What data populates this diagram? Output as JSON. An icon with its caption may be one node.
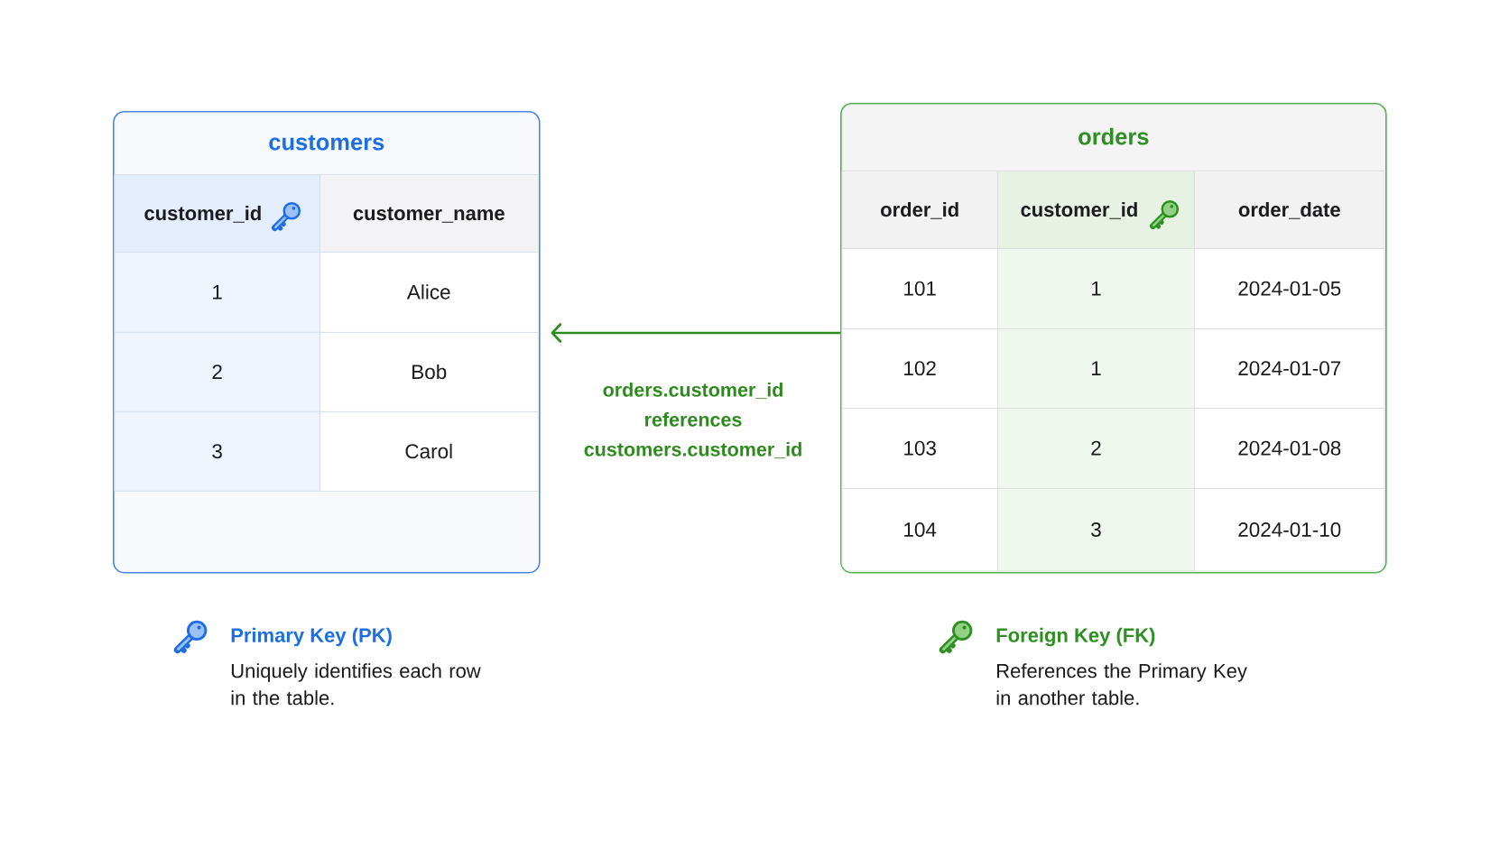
{
  "diagram": {
    "nodes": [
      {
        "text": [
          "customers"
        ]
      },
      {
        "text": [
          "orders"
        ]
      }
    ],
    "edges": [
      {
        "from": 1,
        "to": 0,
        "arrow": "to",
        "label": "orders.customer_id references customers.customer_id"
      }
    ],
    "labels": [
      "customer_id",
      "customer_name",
      "1",
      "Alice",
      "2",
      "Bob",
      "3",
      "Carol",
      "order_id",
      "customer_id",
      "order_date",
      "101",
      "1",
      "2024-01-05",
      "102",
      "1",
      "2024-01-07",
      "103",
      "2",
      "2024-01-08",
      "104",
      "3",
      "2024-01-10",
      "Uniquely identifies each row in the table.",
      "References the Primary Key in another table."
    ],
    "legend": [
      {
        "text": "Primary Key (PK)"
      },
      {
        "text": "Foreign Key (FK)"
      }
    ]
  }
}
